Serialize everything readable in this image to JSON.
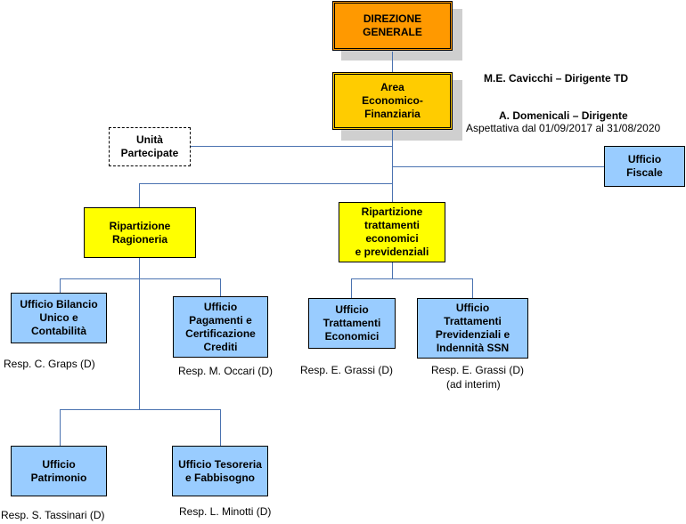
{
  "nodes": {
    "direzione_generale": "DIREZIONE\nGENERALE",
    "area_economico_finanziaria": "Area\nEconomico-\nFinanziaria",
    "unita_partecipate": "Unità\nPartecipate",
    "ufficio_fiscale": "Ufficio\nFiscale",
    "ripartizione_ragioneria": "Ripartizione\nRagioneria",
    "ripartizione_trattamenti": "Ripartizione\ntrattamenti\neconomici\ne previdenziali",
    "ufficio_bilancio": "Ufficio Bilancio\nUnico e\nContabilità",
    "ufficio_pagamenti": "Ufficio\nPagamenti e\nCertificazione\nCrediti",
    "ufficio_trattamenti_economici": "Ufficio\nTrattamenti\nEconomici",
    "ufficio_trattamenti_previdenziali": "Ufficio\nTrattamenti\nPrevidenziali e\nIndennità SSN",
    "ufficio_patrimonio": "Ufficio\nPatrimonio",
    "ufficio_tesoreria": "Ufficio Tesoreria\ne Fabbisogno"
  },
  "labels": {
    "cavicchi": "M.E. Cavicchi – Dirigente TD",
    "domenicali": "A. Domenicali – Dirigente",
    "aspettativa": "Aspettativa dal 01/09/2017 al 31/08/2020",
    "resp_bilancio": "Resp. C. Graps (D)",
    "resp_pagamenti": "Resp. M. Occari (D)",
    "resp_trattamenti_economici": "Resp. E. Grassi (D)",
    "resp_trattamenti_previdenziali": "Resp. E. Grassi (D)",
    "ad_interim": "(ad interim)",
    "resp_patrimonio": "Resp. S. Tassinari (D)",
    "resp_tesoreria": "Resp. L. Minotti (D)"
  },
  "colors": {
    "direzione": "#ff9900",
    "area": "#ffcc00",
    "ripartizione": "#ffff00",
    "ufficio": "#99ccff",
    "connector": "#4a72b0",
    "shadow": "#cfcfcf"
  }
}
